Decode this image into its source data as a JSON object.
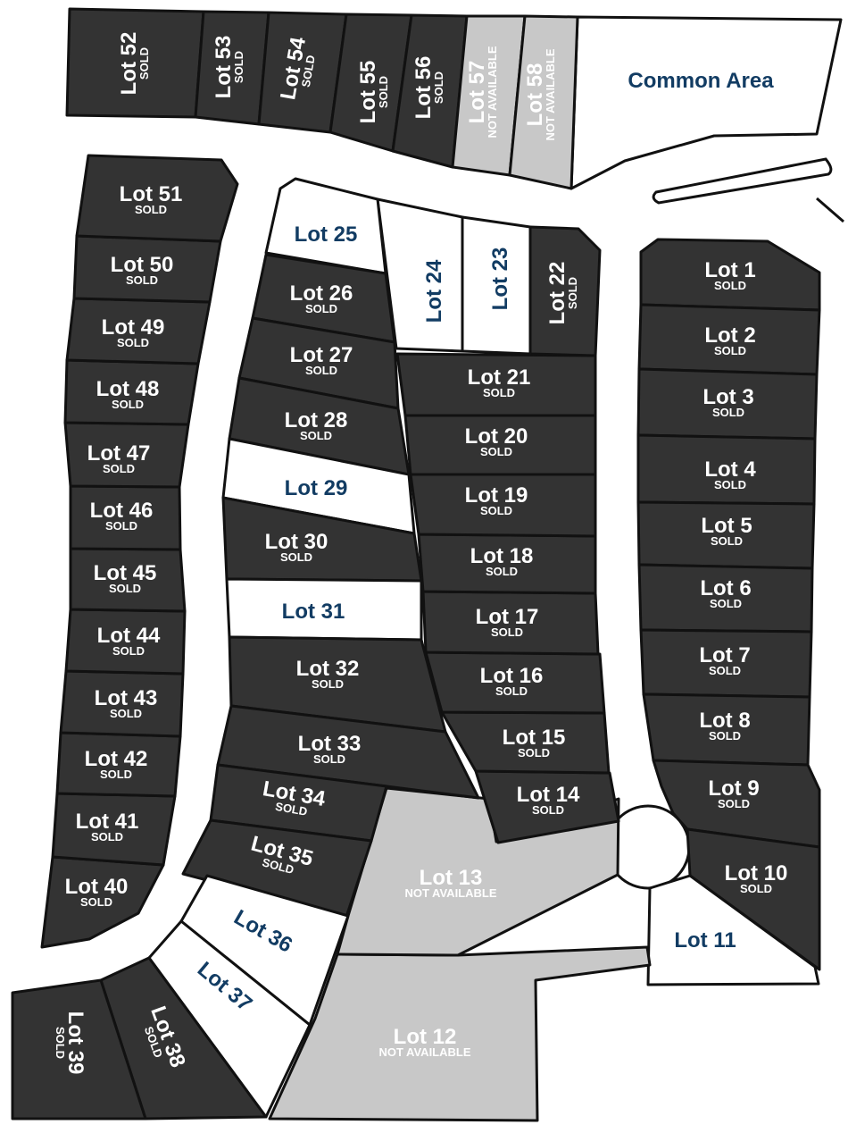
{
  "legend_colors": {
    "sold": "#333333",
    "available": "#ffffff",
    "not_available": "#c8c8c8",
    "available_text": "#123c63"
  },
  "common_area": "Common Area",
  "lots": [
    {
      "num": 1,
      "name": "Lot 1",
      "status": "SOLD"
    },
    {
      "num": 2,
      "name": "Lot 2",
      "status": "SOLD"
    },
    {
      "num": 3,
      "name": "Lot 3",
      "status": "SOLD"
    },
    {
      "num": 4,
      "name": "Lot 4",
      "status": "SOLD"
    },
    {
      "num": 5,
      "name": "Lot 5",
      "status": "SOLD"
    },
    {
      "num": 6,
      "name": "Lot 6",
      "status": "SOLD"
    },
    {
      "num": 7,
      "name": "Lot 7",
      "status": "SOLD"
    },
    {
      "num": 8,
      "name": "Lot 8",
      "status": "SOLD"
    },
    {
      "num": 9,
      "name": "Lot 9",
      "status": "SOLD"
    },
    {
      "num": 10,
      "name": "Lot 10",
      "status": "SOLD"
    },
    {
      "num": 11,
      "name": "Lot 11",
      "status": ""
    },
    {
      "num": 12,
      "name": "Lot 12",
      "status": "NOT AVAILABLE"
    },
    {
      "num": 13,
      "name": "Lot 13",
      "status": "NOT AVAILABLE"
    },
    {
      "num": 14,
      "name": "Lot 14",
      "status": "SOLD"
    },
    {
      "num": 15,
      "name": "Lot 15",
      "status": "SOLD"
    },
    {
      "num": 16,
      "name": "Lot 16",
      "status": "SOLD"
    },
    {
      "num": 17,
      "name": "Lot 17",
      "status": "SOLD"
    },
    {
      "num": 18,
      "name": "Lot 18",
      "status": "SOLD"
    },
    {
      "num": 19,
      "name": "Lot 19",
      "status": "SOLD"
    },
    {
      "num": 20,
      "name": "Lot 20",
      "status": "SOLD"
    },
    {
      "num": 21,
      "name": "Lot 21",
      "status": "SOLD"
    },
    {
      "num": 22,
      "name": "Lot 22",
      "status": "SOLD"
    },
    {
      "num": 23,
      "name": "Lot 23",
      "status": ""
    },
    {
      "num": 24,
      "name": "Lot 24",
      "status": ""
    },
    {
      "num": 25,
      "name": "Lot 25",
      "status": ""
    },
    {
      "num": 26,
      "name": "Lot 26",
      "status": "SOLD"
    },
    {
      "num": 27,
      "name": "Lot 27",
      "status": "SOLD"
    },
    {
      "num": 28,
      "name": "Lot 28",
      "status": "SOLD"
    },
    {
      "num": 29,
      "name": "Lot 29",
      "status": ""
    },
    {
      "num": 30,
      "name": "Lot 30",
      "status": "SOLD"
    },
    {
      "num": 31,
      "name": "Lot 31",
      "status": ""
    },
    {
      "num": 32,
      "name": "Lot 32",
      "status": "SOLD"
    },
    {
      "num": 33,
      "name": "Lot 33",
      "status": "SOLD"
    },
    {
      "num": 34,
      "name": "Lot 34",
      "status": "SOLD"
    },
    {
      "num": 35,
      "name": "Lot 35",
      "status": "SOLD"
    },
    {
      "num": 36,
      "name": "Lot 36",
      "status": ""
    },
    {
      "num": 37,
      "name": "Lot 37",
      "status": ""
    },
    {
      "num": 38,
      "name": "Lot 38",
      "status": "SOLD"
    },
    {
      "num": 39,
      "name": "Lot 39",
      "status": "SOLD"
    },
    {
      "num": 40,
      "name": "Lot 40",
      "status": "SOLD"
    },
    {
      "num": 41,
      "name": "Lot 41",
      "status": "SOLD"
    },
    {
      "num": 42,
      "name": "Lot 42",
      "status": "SOLD"
    },
    {
      "num": 43,
      "name": "Lot 43",
      "status": "SOLD"
    },
    {
      "num": 44,
      "name": "Lot 44",
      "status": "SOLD"
    },
    {
      "num": 45,
      "name": "Lot 45",
      "status": "SOLD"
    },
    {
      "num": 46,
      "name": "Lot 46",
      "status": "SOLD"
    },
    {
      "num": 47,
      "name": "Lot 47",
      "status": "SOLD"
    },
    {
      "num": 48,
      "name": "Lot 48",
      "status": "SOLD"
    },
    {
      "num": 49,
      "name": "Lot 49",
      "status": "SOLD"
    },
    {
      "num": 50,
      "name": "Lot 50",
      "status": "SOLD"
    },
    {
      "num": 51,
      "name": "Lot 51",
      "status": "SOLD"
    },
    {
      "num": 52,
      "name": "Lot 52",
      "status": "SOLD"
    },
    {
      "num": 53,
      "name": "Lot 53",
      "status": "SOLD"
    },
    {
      "num": 54,
      "name": "Lot 54",
      "status": "SOLD"
    },
    {
      "num": 55,
      "name": "Lot 55",
      "status": "SOLD"
    },
    {
      "num": 56,
      "name": "Lot 56",
      "status": "SOLD"
    },
    {
      "num": 57,
      "name": "Lot 57",
      "status": "NOT AVAILABLE"
    },
    {
      "num": 58,
      "name": "Lot 58",
      "status": "NOT AVAILABLE"
    }
  ]
}
